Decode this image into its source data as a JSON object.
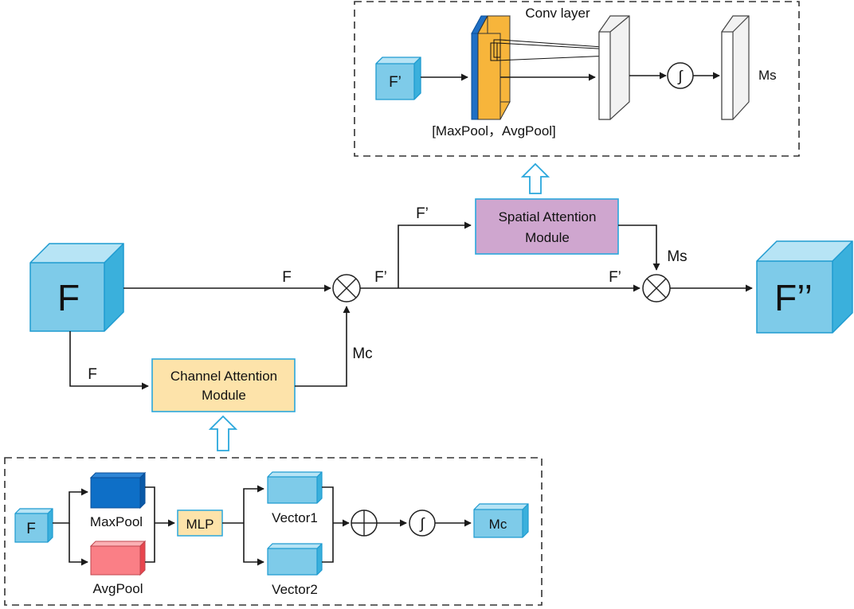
{
  "colors": {
    "cube_front": "#7ecbe9",
    "cube_top": "#b7e4f5",
    "cube_side": "#3ab0dc",
    "cube_stroke": "#1f9bd0",
    "channel_module_fill": "#fde3aa",
    "spatial_module_fill": "#cfa6cf",
    "module_stroke": "#2aa7dc",
    "maxpool_block": "#0e6fc7",
    "avgpool_block": "#fa7f86",
    "mlp_fill": "#fde3aa",
    "conv_orange": "#f7b53b",
    "conv_blue": "#1f6fc4",
    "hollow_arrow": "#2aa7dc"
  },
  "main": {
    "input_cube_label": "F",
    "output_cube_label": "F’’",
    "channel_module": {
      "line1": "Channel Attention",
      "line2": "Module"
    },
    "spatial_module": {
      "line1": "Spatial Attention",
      "line2": "Module"
    },
    "edge_labels": {
      "f_to_multiply": "F",
      "f_to_channel": "F",
      "mc": "Mc",
      "f_prime_after_multiply": "F’",
      "f_prime_to_spatial": "F’",
      "ms": "Ms",
      "f_prime_to_multiply2": "F’"
    }
  },
  "spatial_detail": {
    "input_cube_label": "F’",
    "conv_layer_label": "Conv layer",
    "pool_label": "[MaxPool，AvgPool]",
    "output_label": "Ms",
    "sigmoid_symbol": "∫"
  },
  "channel_detail": {
    "input_cube_label": "F",
    "maxpool_label": "MaxPool",
    "avgpool_label": "AvgPool",
    "mlp_label": "MLP",
    "vector1_label": "Vector1",
    "vector2_label": "Vector2",
    "output_cube_label": "Mc",
    "sigmoid_symbol": "∫"
  }
}
